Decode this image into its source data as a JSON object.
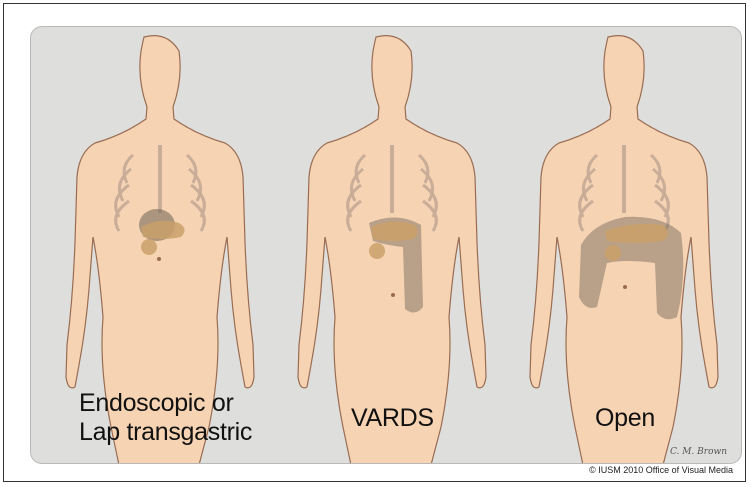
{
  "figures": [
    {
      "label_line1": "Endoscopic or",
      "label_line2": "Lap transgastric",
      "extent": "small"
    },
    {
      "label_line1": "",
      "label_line2": "VARDS",
      "extent": "medium"
    },
    {
      "label_line1": "",
      "label_line2": "Open",
      "extent": "large"
    }
  ],
  "signature": "C. M. Brown",
  "credit": "© IUSM 2010 Office of Visual Media",
  "colors": {
    "background": "#dededc",
    "skin": "#f6d3b2",
    "outline": "#9a6c52",
    "ribs": "#c9ad98",
    "organ": "#c9a06a",
    "shade": "#6e6256"
  }
}
